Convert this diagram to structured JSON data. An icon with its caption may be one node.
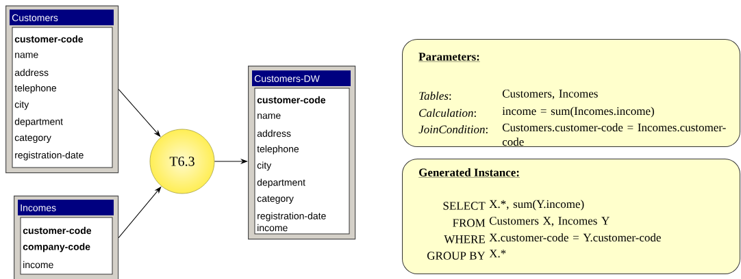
{
  "diagram": {
    "nodes": [
      {
        "text": [
          "Customers",
          "**customer-code**",
          "name",
          "address",
          "telephone",
          "city",
          "department",
          "category",
          "registration-date"
        ]
      },
      {
        "text": [
          "Incomes",
          "**customer-code**",
          "**company-code**",
          "income"
        ]
      },
      {
        "text": [
          "T6.3"
        ]
      },
      {
        "text": [
          "Customers-DW",
          "**customer-code**",
          "name",
          "address",
          "telephone",
          "city",
          "department",
          "category",
          "registration-date",
          "income"
        ]
      },
      {
        "text": [
          "Parameters:",
          "*Tables*:",
          "Customers, Incomes",
          "*Calculation*:",
          "income = sum(Incomes.income)",
          "*JoinCondition*:",
          "Customers.customer-code = Incomes.customer-code"
        ]
      },
      {
        "text": [
          "Generated Instance:",
          "SELECT",
          "X.*, sum(Y.income)",
          "FROM",
          "Customers X, Incomes Y",
          "WHERE",
          "X.customer-code = Y.customer-code",
          "GROUP BY",
          "X.*"
        ]
      }
    ],
    "edges": [
      {
        "from": 0,
        "to": 2,
        "arrow": "to"
      },
      {
        "from": 1,
        "to": 2,
        "arrow": "to"
      },
      {
        "from": 2,
        "to": 3,
        "arrow": "to"
      }
    ]
  }
}
